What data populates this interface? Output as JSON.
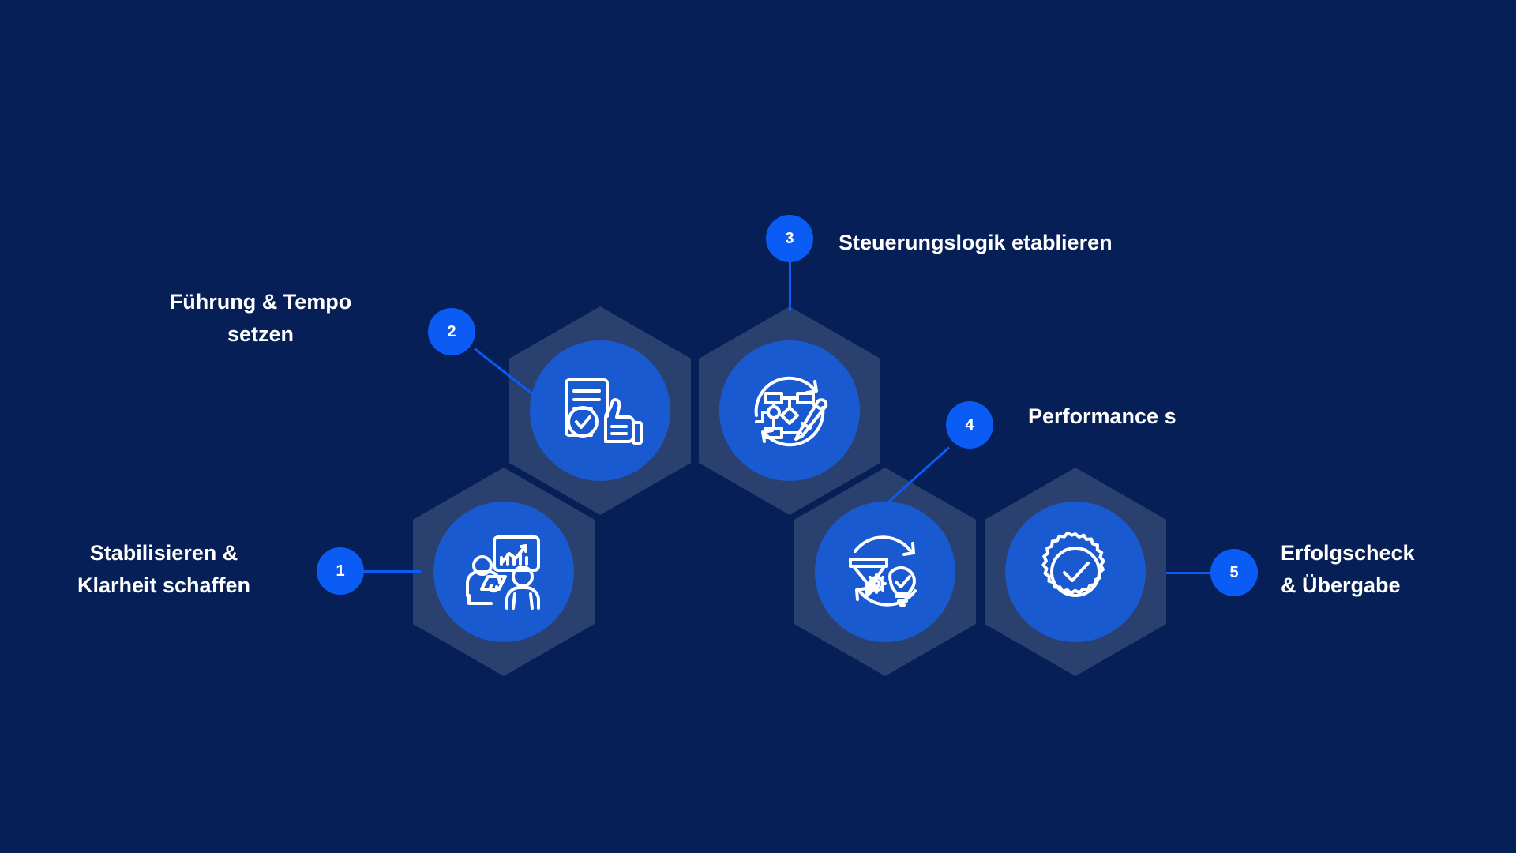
{
  "theme": {
    "background": "#061f56",
    "hex_fill": "#2a4170",
    "hex_circle_fill": "#1a5ad0",
    "badge_fill": "#0b5cf5",
    "connector_color": "#0b5cf5",
    "text_color": "#ffffff",
    "icon_stroke": "#ffffff"
  },
  "diagram": {
    "type": "honeycomb-process-steps",
    "step_count": 5,
    "steps": [
      {
        "number": "1",
        "label": "Stabilisieren &\nKlarheit schaffen",
        "icon": "presentation-chart-people-icon",
        "label_side": "left"
      },
      {
        "number": "2",
        "label": "Führung & Tempo\nsetzen",
        "icon": "document-check-thumbs-up-icon",
        "label_side": "left"
      },
      {
        "number": "3",
        "label": "Steuerungslogik etablieren",
        "icon": "flowchart-pencil-refresh-icon",
        "label_side": "right"
      },
      {
        "number": "4",
        "label": "Performance s",
        "icon": "funnel-gear-lightbulb-refresh-icon",
        "label_side": "right"
      },
      {
        "number": "5",
        "label": "Erfolgscheck\n& Übergabe",
        "icon": "verified-badge-check-icon",
        "label_side": "right"
      }
    ]
  }
}
